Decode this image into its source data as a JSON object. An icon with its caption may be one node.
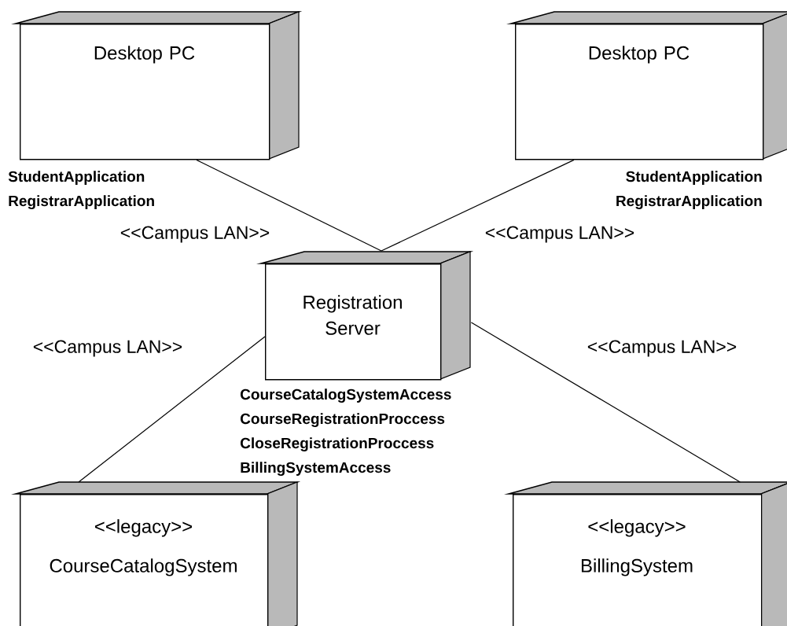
{
  "diagram": {
    "nodes": [
      {
        "text": [
          "Desktop PC"
        ],
        "beside": [
          "StudentApplication",
          "RegistrarApplication"
        ]
      },
      {
        "text": [
          "Desktop PC"
        ],
        "beside": [
          "StudentApplication",
          "RegistrarApplication"
        ]
      },
      {
        "text": [
          "Registration Server"
        ],
        "beside": [
          "CourseCatalogSystemAccess",
          "CourseRegistrationProccess",
          "CloseRegistrationProccess",
          "BillingSystemAccess"
        ]
      },
      {
        "text": [
          "<<legacy>>",
          "CourseCatalogSystem"
        ]
      },
      {
        "text": [
          "<<legacy>>",
          "BillingSystem"
        ]
      }
    ],
    "edges": [
      {
        "from": 0,
        "to": 2,
        "arrow": "none",
        "label": "<<Campus LAN>>"
      },
      {
        "from": 1,
        "to": 2,
        "arrow": "none",
        "label": "<<Campus LAN>>"
      },
      {
        "from": 2,
        "to": 3,
        "arrow": "none",
        "label": "<<Campus LAN>>"
      },
      {
        "from": 2,
        "to": 4,
        "arrow": "none",
        "label": "<<Campus LAN>>"
      }
    ]
  }
}
